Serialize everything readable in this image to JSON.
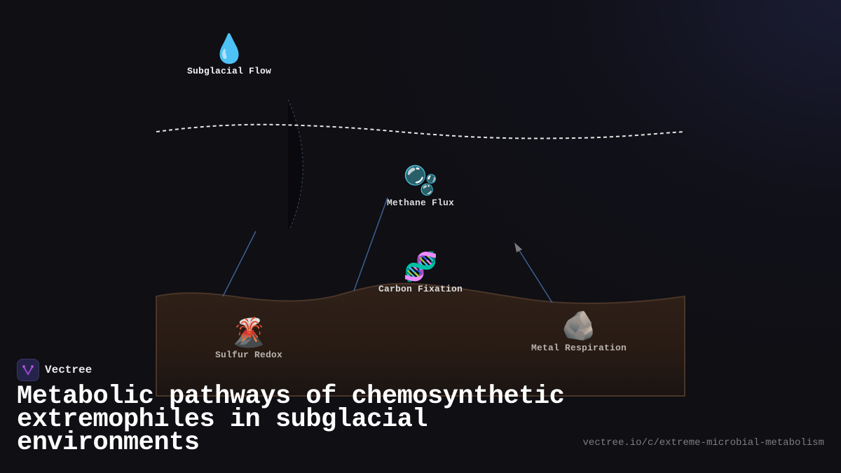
{
  "diagram": {
    "title": "Metabolic pathways of chemosynthetic extremophiles in subglacial environments",
    "nodes": [
      {
        "id": "subglacial-flow",
        "label": "Subglacial Flow",
        "icon": "droplet-icon",
        "glyph": "💧"
      },
      {
        "id": "methane-flux",
        "label": "Methane Flux",
        "icon": "bubbles-icon",
        "glyph": "🫧"
      },
      {
        "id": "carbon-fixation",
        "label": "Carbon Fixation",
        "icon": "dna-icon",
        "glyph": "🧬"
      },
      {
        "id": "sulfur-redox",
        "label": "Sulfur Redox",
        "icon": "volcano-icon",
        "glyph": "🌋"
      },
      {
        "id": "metal-respiration",
        "label": "Metal Respiration",
        "icon": "rock-icon",
        "glyph": "🪨"
      }
    ],
    "regions": [
      {
        "id": "ice-boundary",
        "style": "dashed white curve"
      },
      {
        "id": "sediment-layer",
        "color": "#2e2018"
      }
    ],
    "connectors": [
      {
        "from": "sulfur-redox",
        "to": "ice-region"
      },
      {
        "from": "carbon-fixation",
        "to": "methane-flux"
      },
      {
        "from": "metal-respiration",
        "to": "upper-water",
        "arrow": true
      }
    ],
    "colors": {
      "background": "#0f0f14",
      "sediment_fill": "#2e2018",
      "sediment_stroke": "#4a3528",
      "connector": "#3f5f8f",
      "dashed_line": "#e6e6e6"
    }
  },
  "brand": {
    "name": "Vectree",
    "logo_color": "#a04ad8"
  },
  "footer": {
    "url": "vectree.io/c/extreme-microbial-metabolism"
  }
}
